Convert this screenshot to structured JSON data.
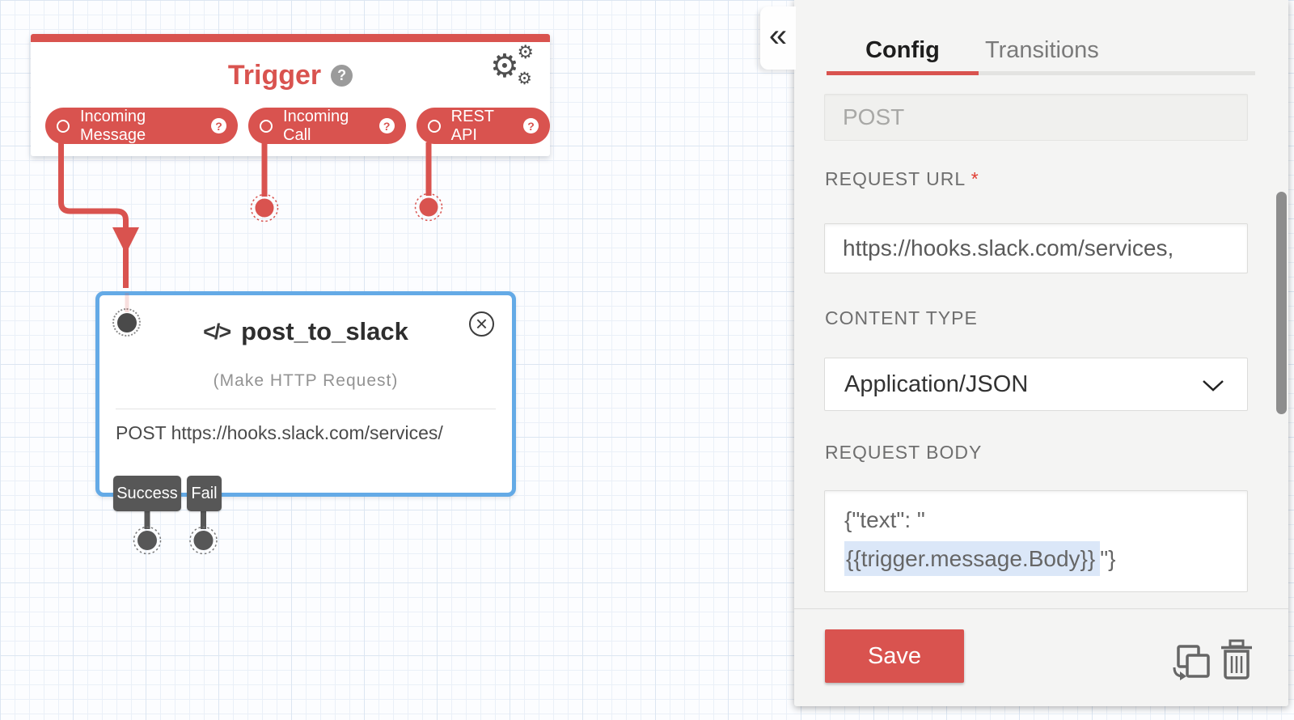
{
  "icons": {
    "collapse": "«",
    "gear": "⚙",
    "help": "?",
    "close": "×",
    "code": "</>"
  },
  "canvas": {
    "trigger": {
      "title": "Trigger",
      "items": [
        {
          "label": "Incoming Message"
        },
        {
          "label": "Incoming Call"
        },
        {
          "label": "REST API"
        }
      ]
    },
    "widget": {
      "name": "post_to_slack",
      "subtitle": "(Make HTTP Request)",
      "summary": "POST https://hooks.slack.com/services/",
      "transitions": [
        "Success",
        "Fail"
      ]
    }
  },
  "panel": {
    "tabs": [
      {
        "label": "Config"
      },
      {
        "label": "Transitions"
      }
    ],
    "method": {
      "placeholder": "POST"
    },
    "request_url": {
      "label": "REQUEST URL",
      "required_mark": "*",
      "value": "https://hooks.slack.com/services,"
    },
    "content_type": {
      "label": "CONTENT TYPE",
      "value": "Application/JSON"
    },
    "request_body": {
      "label": "REQUEST BODY",
      "prefix": "{\"text\": \"",
      "highlight": "{{trigger.message.Body}}",
      "suffix": "\"}"
    },
    "save_label": "Save"
  },
  "colors": {
    "accent_red": "#d9534f",
    "selection_blue": "#64aae6",
    "tag_gray": "#575757",
    "highlight_blue": "#dbe7f8",
    "panel_bg": "#f4f4f3"
  }
}
